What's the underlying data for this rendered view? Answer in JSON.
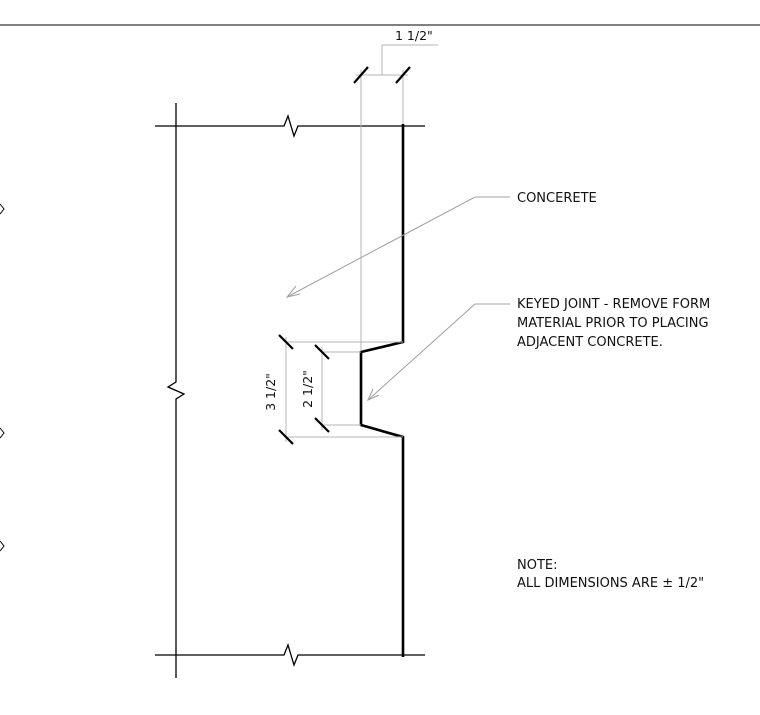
{
  "labels": {
    "concrete": "CONCERETE",
    "keyed_joint": [
      "KEYED JOINT - REMOVE FORM",
      "MATERIAL PRIOR TO PLACING",
      "ADJACENT CONCRETE."
    ],
    "note_title": "NOTE:",
    "note_body": "ALL DIMENSIONS ARE ± 1/2\""
  },
  "dimensions": {
    "key_depth": "1 1/2\"",
    "key_outer": "3 1/2\"",
    "key_inner": "2 1/2\""
  },
  "colors": {
    "line": "#000000",
    "extension": "#b4b4b4",
    "leader": "#a0a0a0"
  }
}
